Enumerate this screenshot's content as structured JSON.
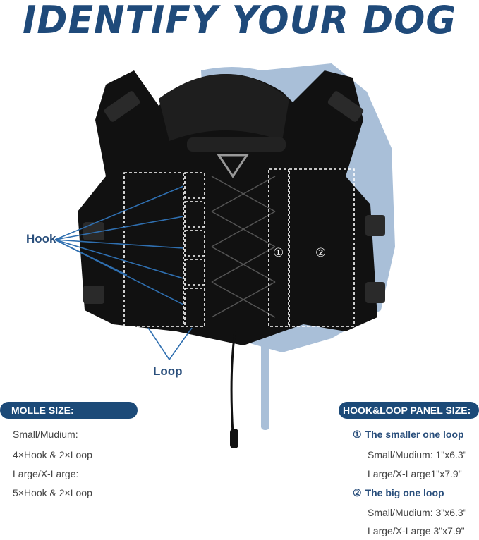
{
  "title": "IDENTIFY YOUR DOG",
  "callouts": {
    "hook": "Hook",
    "loop": "Loop",
    "panel_1": "①",
    "panel_2": "②"
  },
  "molle": {
    "heading": "MOLLE SIZE:",
    "lines": [
      "Small/Mudium:",
      "4×Hook & 2×Loop",
      "Large/X-Large:",
      "5×Hook & 2×Loop"
    ]
  },
  "panel_sizes": {
    "heading": "HOOK&LOOP PANEL SIZE:",
    "small_loop": {
      "marker": "①",
      "label": "The smaller one loop",
      "lines": [
        "Small/Mudium: 1\"x6.3\"",
        "Large/X-Large1\"x7.9\""
      ]
    },
    "big_loop": {
      "marker": "②",
      "label": "The big one loop",
      "lines": [
        "Small/Mudium: 3\"x6.3\"",
        "Large/X-Large 3\"x7.9\""
      ]
    }
  },
  "colors": {
    "accent": "#1c4a78",
    "vest": "#111111",
    "shadow": "#a9bfd8"
  }
}
